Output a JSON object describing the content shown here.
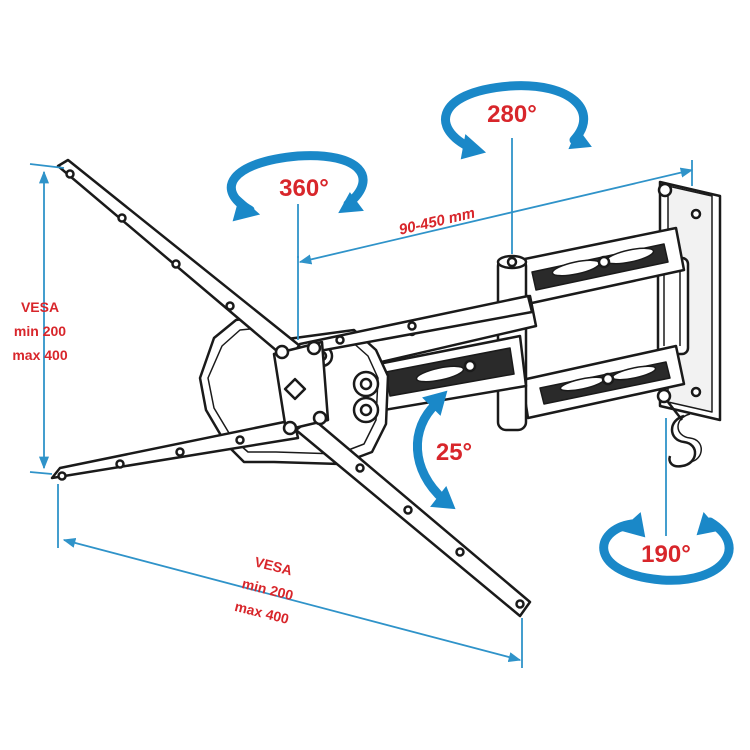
{
  "labels": {
    "swivel_top": "280°",
    "rotate_plate": "360°",
    "extension": "90-450 mm",
    "tilt": "25°",
    "swivel_bottom": "190°",
    "vesa_vertical": [
      "VESA",
      "min 200",
      "max 400"
    ],
    "vesa_horizontal": [
      "VESA",
      "min 200",
      "max 400"
    ]
  },
  "colors": {
    "arrow": "#1a88c8",
    "dimension": "#2f93c9",
    "label": "#d8262b",
    "outline": "#1a1a1a",
    "metal": "#ffffff"
  },
  "icons": [
    "rotation-arrow-icon",
    "tilt-arrow-icon",
    "mounting-bracket-icon"
  ]
}
